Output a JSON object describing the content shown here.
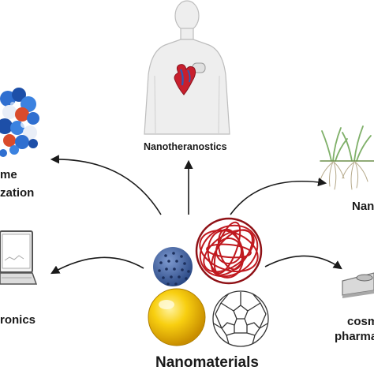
{
  "center": {
    "label": "Nanomaterials"
  },
  "applications": {
    "theranostics": {
      "label": "Nanotheranostics"
    },
    "enzyme": {
      "line1": "me",
      "line2": "zation"
    },
    "agriculture": {
      "label": "Nan"
    },
    "electronics": {
      "label": "ronics"
    },
    "cosmetics": {
      "line1": "cosm",
      "line2": "pharmac"
    }
  },
  "icons": [
    "human-body-icon",
    "heart-icon",
    "pacemaker-icon",
    "enzyme-cluster-icon",
    "laptop-icon",
    "plant-roots-icon",
    "cosmetic-device-icon",
    "nanoparticle-sphere-icon",
    "nanofiber-ball-icon",
    "gold-nanoparticle-icon",
    "fullerene-icon"
  ],
  "colors": {
    "arrow": "#1a1a1a",
    "gold": "#f5c400",
    "fiber": "#c0191f",
    "sphere": "#3d5e9e",
    "enzyme_blue": "#2f6fd0",
    "enzyme_red": "#d94b2b"
  }
}
